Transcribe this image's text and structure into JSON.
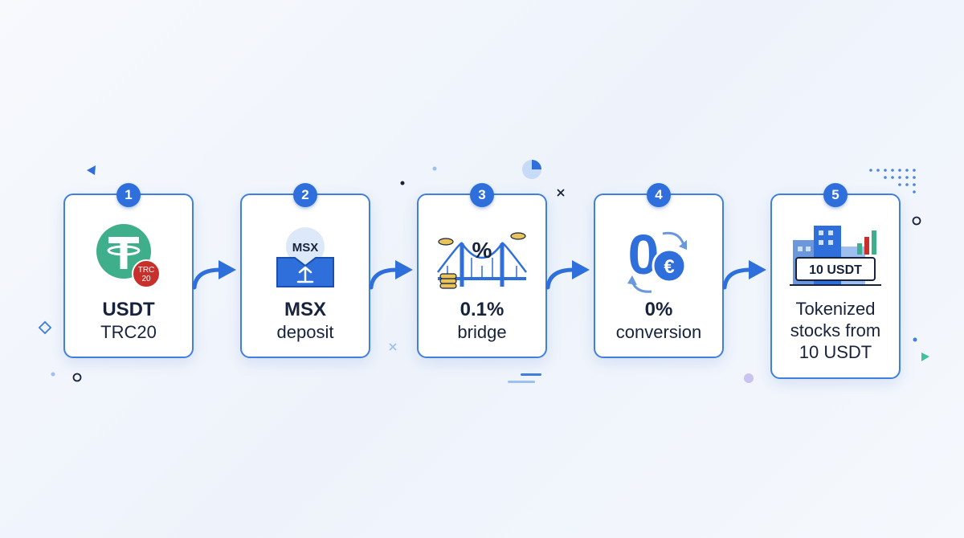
{
  "steps": [
    {
      "number": "1",
      "title": "USDT",
      "subtitle": "TRC20",
      "icon_label": "TRC 20"
    },
    {
      "number": "2",
      "title": "MSX",
      "subtitle": "deposit",
      "icon_label": "MSX"
    },
    {
      "number": "3",
      "title": "0.1%",
      "subtitle": "bridge",
      "icon_label": "%"
    },
    {
      "number": "4",
      "title": "0%",
      "subtitle": "conversion",
      "icon_label": "0",
      "icon_label_2": "€"
    },
    {
      "number": "5",
      "lines": [
        "Tokenized",
        "stocks from",
        "10 USDT"
      ],
      "icon_label": "10 USDT"
    }
  ],
  "colors": {
    "accent": "#2f6fdb",
    "border": "#3f7fe0",
    "tether": "#3fae8a",
    "trc_badge": "#c8302c",
    "coin": "#e8c25a",
    "text": "#17233d"
  },
  "icons": [
    "tether-coin-icon",
    "deposit-box-icon",
    "bridge-icon",
    "euro-conversion-icon",
    "city-chart-icon"
  ]
}
